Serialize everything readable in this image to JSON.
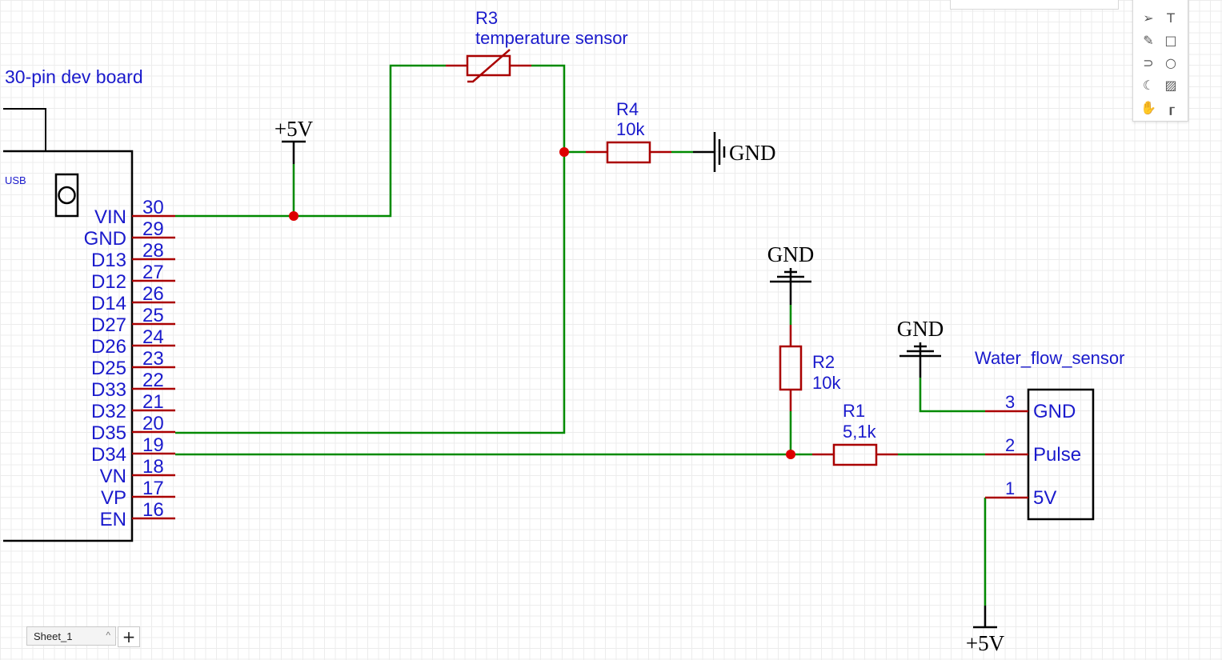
{
  "board": {
    "title": "30-pin dev board",
    "usb_label": "USB",
    "pins": [
      {
        "name": "VIN",
        "number": "30"
      },
      {
        "name": "GND",
        "number": "29"
      },
      {
        "name": "D13",
        "number": "28"
      },
      {
        "name": "D12",
        "number": "27"
      },
      {
        "name": "D14",
        "number": "26"
      },
      {
        "name": "D27",
        "number": "25"
      },
      {
        "name": "D26",
        "number": "24"
      },
      {
        "name": "D25",
        "number": "23"
      },
      {
        "name": "D33",
        "number": "22"
      },
      {
        "name": "D32",
        "number": "21"
      },
      {
        "name": "D35",
        "number": "20"
      },
      {
        "name": "D34",
        "number": "19"
      },
      {
        "name": "VN",
        "number": "18"
      },
      {
        "name": "VP",
        "number": "17"
      },
      {
        "name": "EN",
        "number": "16"
      }
    ]
  },
  "components": {
    "r3": {
      "ref": "R3",
      "value": "temperature sensor"
    },
    "r4": {
      "ref": "R4",
      "value": "10k"
    },
    "r2": {
      "ref": "R2",
      "value": "10k"
    },
    "r1": {
      "ref": "R1",
      "value": "5,1k"
    }
  },
  "power": {
    "vin_5v": "+5V",
    "r4_gnd": "GND",
    "r2_gnd": "GND",
    "sensor_gnd": "GND",
    "sensor_5v": "+5V"
  },
  "sensor": {
    "title": "Water_flow_sensor",
    "pins": [
      {
        "name": "GND",
        "number": "3"
      },
      {
        "name": "Pulse",
        "number": "2"
      },
      {
        "name": "5V",
        "number": "1"
      }
    ]
  },
  "sheets": {
    "tab_label": "Sheet_1",
    "add_label": "+"
  },
  "tools": [
    {
      "icon": "pointer-icon",
      "glyph": "➢"
    },
    {
      "icon": "text-icon",
      "glyph": "T"
    },
    {
      "icon": "pencil-icon",
      "glyph": "✎"
    },
    {
      "icon": "rectangle-icon",
      "glyph": "□"
    },
    {
      "icon": "and-gate-icon",
      "glyph": "⊃"
    },
    {
      "icon": "circle-icon",
      "glyph": "○"
    },
    {
      "icon": "arc-icon",
      "glyph": "☾"
    },
    {
      "icon": "image-icon",
      "glyph": "▨"
    },
    {
      "icon": "hand-icon",
      "glyph": "✋"
    },
    {
      "icon": "wire-icon",
      "glyph": "┎"
    }
  ],
  "colors": {
    "wire": "#008a00",
    "component": "#aa0000",
    "junction": "#dd0000",
    "label": "#1a1acc",
    "outline": "#000000"
  }
}
